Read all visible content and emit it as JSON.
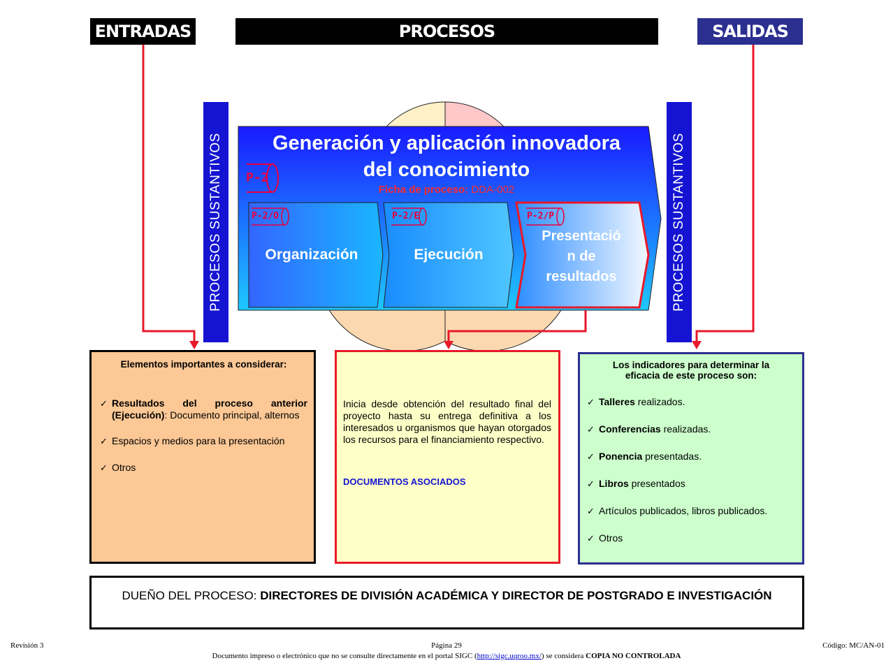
{
  "headers": {
    "inputs": "ENTRADAS",
    "processes": "PROCESOS",
    "outputs": "SALIDAS"
  },
  "side_label": "PROCESOS SUSTANTIVOS",
  "process": {
    "title_line1": "Generación y aplicación innovadora",
    "title_line2": "del conocimiento",
    "code": "P-2",
    "ficha_label": "Ficha de proceso:",
    "ficha_value": "DDA-002"
  },
  "stages": [
    {
      "code": "P-2/O",
      "label": "Organización"
    },
    {
      "code": "P-2/E",
      "label": "Ejecución"
    },
    {
      "code": "P-2/P",
      "label_lines": [
        "Presentació",
        "n de",
        "resultados"
      ]
    }
  ],
  "inputs_box": {
    "heading": "Elementos importantes a considerar:",
    "items": [
      {
        "bold": "Resultados del proceso anterior (Ejecución)",
        "rest": ": Documento principal, alternos"
      },
      {
        "bold": "",
        "rest": "Espacios y medios para la presentación"
      },
      {
        "bold": "",
        "rest": "Otros"
      }
    ]
  },
  "process_box": {
    "description": "Inicia desde obtención del resultado final del proyecto hasta su entrega definitiva a los interesados u organismos que hayan otorgados los recursos para el financiamiento respectivo.",
    "docs_label": "DOCUMENTOS ASOCIADOS"
  },
  "outputs_box": {
    "heading_line1": "Los indicadores para determinar la",
    "heading_line2": "eficacia de este proceso son:",
    "items": [
      {
        "bold": "Talleres",
        "rest": " realizados."
      },
      {
        "bold": "Conferencias",
        "rest": " realizadas."
      },
      {
        "bold": "Ponencia",
        "rest": " presentadas."
      },
      {
        "bold": "Libros",
        "rest": " presentados"
      },
      {
        "bold": "",
        "rest": "Artículos publicados, libros publicados."
      },
      {
        "bold": "",
        "rest": "Otros"
      }
    ]
  },
  "owner": {
    "label": "DUEÑO DEL PROCESO: ",
    "value": "DIRECTORES DE DIVISIÓN ACADÉMICA Y DIRECTOR DE POSTGRADO E INVESTIGACIÓN"
  },
  "footer": {
    "revision": "Revisión 3",
    "page": "Página 29",
    "code": "Código: MC/AN-01",
    "text_before": "Documento impreso o electrónico que no se consulte directamente en el portal SIGC (",
    "link": "http://sigc.uqroo.mx/",
    "text_after": ") se considera ",
    "controlled": "COPIA NO CONTROLADA"
  },
  "colors": {
    "arrow_red": "#e8182a",
    "inputs_fill": "#fcc896",
    "process_fill": "#ffffc8",
    "outputs_fill": "#ccffcc",
    "outputs_border": "#2b2f8f",
    "side_bar_blue": "#1414d2"
  }
}
